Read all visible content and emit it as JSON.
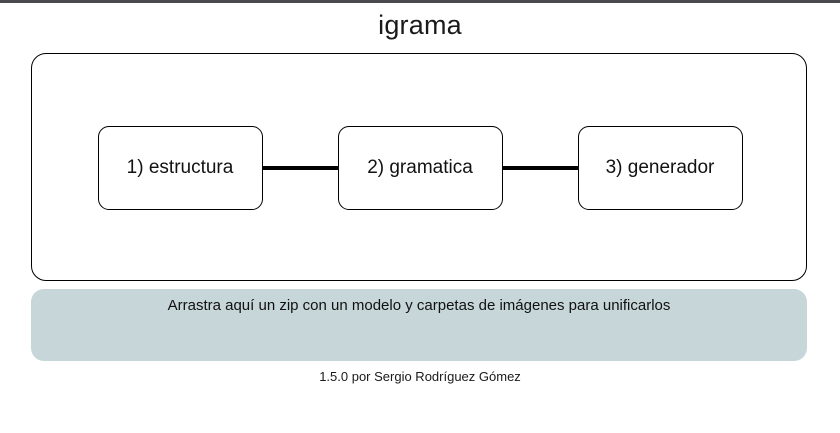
{
  "window": {
    "title": "igrama"
  },
  "flow": {
    "steps": [
      {
        "label": "1) estructura",
        "name": "step-estructura"
      },
      {
        "label": "2) gramatica",
        "name": "step-gramatica"
      },
      {
        "label": "3) generador",
        "name": "step-generador"
      }
    ]
  },
  "dropzone": {
    "instruction": "Arrastra aquí un zip con un modelo y carpetas de imágenes para unificarlos",
    "background_color": "#c6d6d9"
  },
  "footer": {
    "text": "1.5.0 por Sergio Rodríguez Gómez"
  },
  "colors": {
    "page_background": "#ffffff",
    "panel_border": "#000000",
    "window_edge": "#4a4a4e",
    "text": "#121212"
  }
}
